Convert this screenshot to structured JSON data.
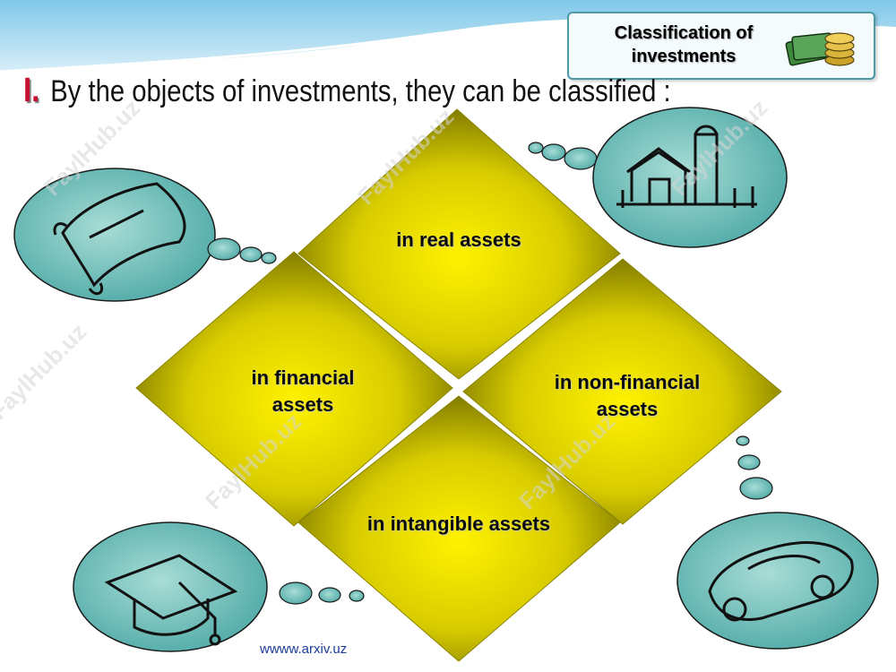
{
  "badge": {
    "line1": "Classification of",
    "line2": "investments",
    "icon": "money-stack-icon"
  },
  "heading": {
    "number": "I.",
    "text": "By the objects of investments, they can be classified :"
  },
  "diamonds": {
    "top": "in real assets",
    "left_line1": "in financial",
    "left_line2": "assets",
    "right_line1": "in non-financial",
    "right_line2": "assets",
    "bottom": "in intangible assets"
  },
  "clouds": {
    "top_left": "scroll-icon",
    "top_right": "farm-icon",
    "bottom_left": "graduation-cap-icon",
    "bottom_right": "car-icon"
  },
  "footer": {
    "text": "wwww.arxiv.uz"
  },
  "colors": {
    "diamond": "#a09a00",
    "cloud": "#5fb3b0",
    "accent": "#c8102e"
  }
}
